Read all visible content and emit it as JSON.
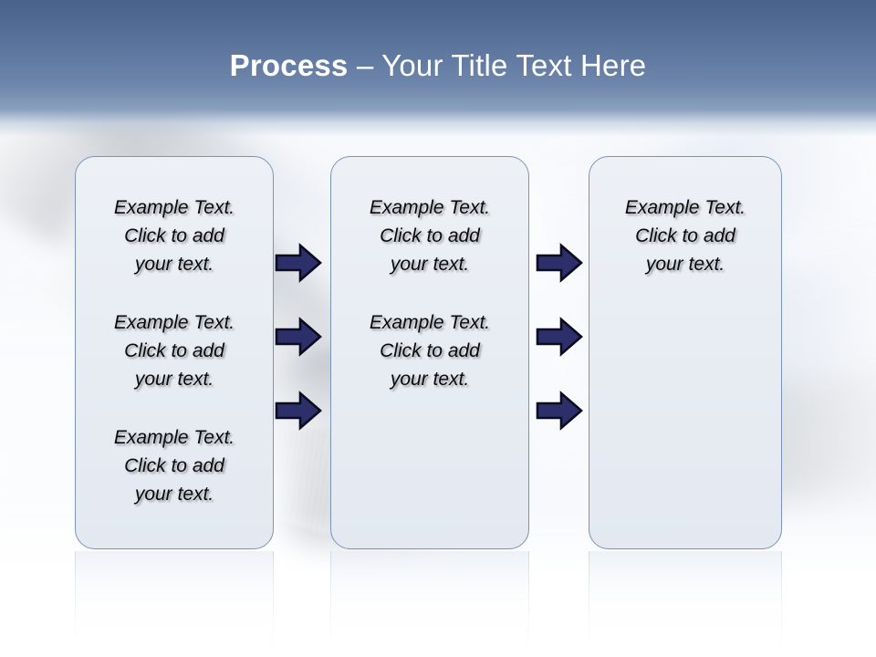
{
  "slide": {
    "title_keyword": "Process",
    "title_rest": " – Your Title Text Here",
    "accent_color": "#2d2f6b",
    "header_color": "#58719a",
    "box_border_color": "#7b93b6",
    "box_fill_color": "#e8ecf3",
    "title_text_color": "#ffffff"
  },
  "boxes": [
    {
      "name": "process-box-1",
      "blocks": [
        "Example Text.\nClick  to add\nyour text.",
        "Example Text.\nClick  to add\nyour text.",
        "Example Text.\nClick  to add\nyour text."
      ]
    },
    {
      "name": "process-box-2",
      "blocks": [
        "Example Text.\nClick  to add\nyour text.",
        "Example Text.\nClick  to add\nyour text."
      ]
    },
    {
      "name": "process-box-3",
      "blocks": [
        "Example Text.\nClick  to add\nyour text."
      ]
    }
  ],
  "arrows": {
    "icon": "arrow-right-icon",
    "color": "#2d2f6b",
    "outline_color": "#0b0b1e",
    "count_per_column": 3,
    "columns": 2
  }
}
